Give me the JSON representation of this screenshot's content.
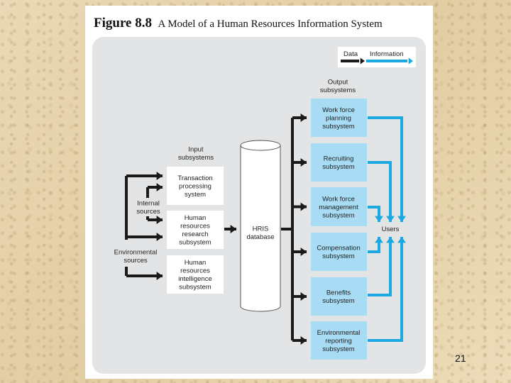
{
  "figure": {
    "label": "Figure 8.8",
    "caption": "A Model of a Human Resources Information System"
  },
  "legend": {
    "data": "Data",
    "information": "Information"
  },
  "colors": {
    "data_arrow": "#1a1a1a",
    "information_arrow": "#1ba9e0",
    "output_box": "#a8dcf4",
    "input_box": "#ffffff",
    "diagram_bg": "#e2e4e6"
  },
  "input_header": [
    "Input",
    "subsystems"
  ],
  "input_subsystems": [
    [
      "Transaction",
      "processing",
      "system"
    ],
    [
      "Human",
      "resources",
      "research",
      "subsystem"
    ],
    [
      "Human",
      "resources",
      "intelligence",
      "subsystem"
    ]
  ],
  "sources": {
    "internal": [
      "Internal",
      "sources"
    ],
    "environmental": [
      "Environmental",
      "sources"
    ]
  },
  "database": [
    "HRIS",
    "database"
  ],
  "output_header": [
    "Output",
    "subsystems"
  ],
  "output_subsystems": [
    [
      "Work force",
      "planning",
      "subsystem"
    ],
    [
      "Recruiting",
      "subsystem"
    ],
    [
      "Work force",
      "management",
      "subsystem"
    ],
    [
      "Compensation",
      "subsystem"
    ],
    [
      "Benefits",
      "subsystem"
    ],
    [
      "Environmental",
      "reporting",
      "subsystem"
    ]
  ],
  "users": "Users",
  "page_number": "21"
}
